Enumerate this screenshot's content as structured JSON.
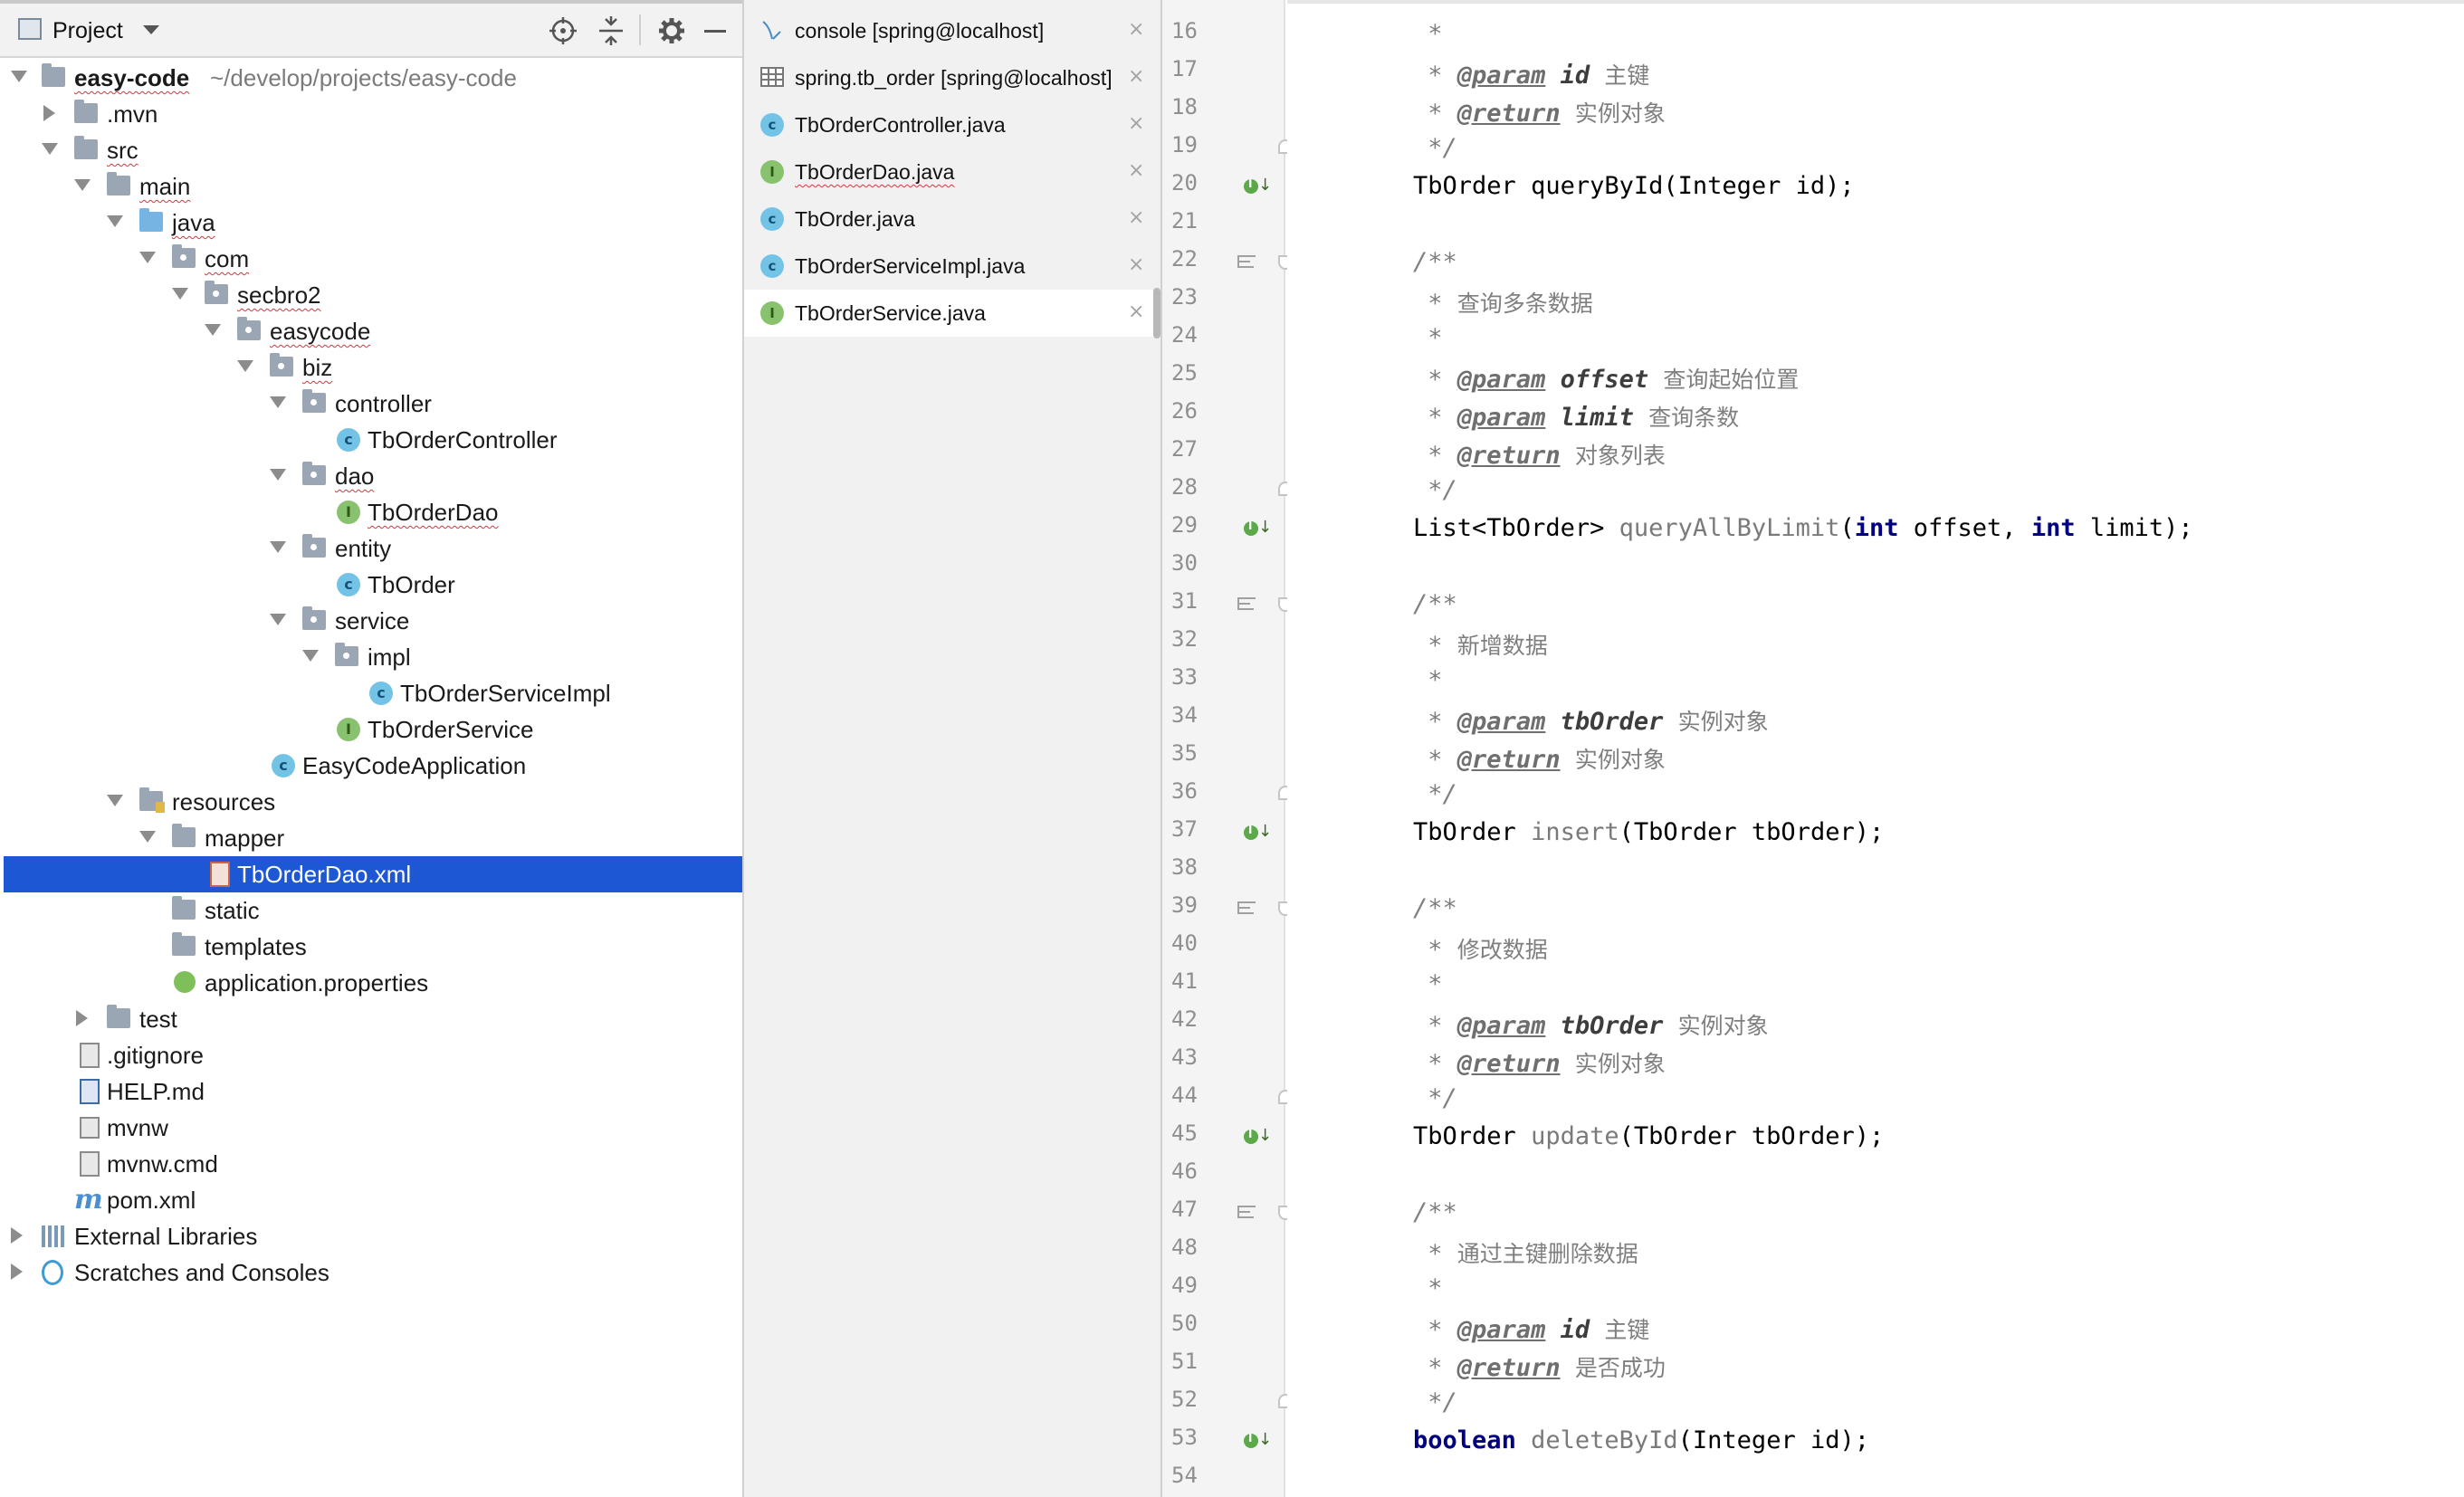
{
  "project_panel": {
    "title": "Project",
    "tree": [
      {
        "label": "easy-code",
        "path": "~/develop/projects/easy-code",
        "depth": 0,
        "expanded": true,
        "icon": "module-folder-icon"
      },
      {
        "label": ".mvn",
        "depth": 1,
        "expanded": false,
        "icon": "folder-icon"
      },
      {
        "label": "src",
        "depth": 1,
        "expanded": true,
        "icon": "folder-icon"
      },
      {
        "label": "main",
        "depth": 2,
        "expanded": true,
        "icon": "folder-icon"
      },
      {
        "label": "java",
        "depth": 3,
        "expanded": true,
        "icon": "source-folder-icon"
      },
      {
        "label": "com",
        "depth": 4,
        "expanded": true,
        "icon": "package-icon"
      },
      {
        "label": "secbro2",
        "depth": 5,
        "expanded": true,
        "icon": "package-icon"
      },
      {
        "label": "easycode",
        "depth": 6,
        "expanded": true,
        "icon": "package-icon"
      },
      {
        "label": "biz",
        "depth": 7,
        "expanded": true,
        "icon": "package-icon"
      },
      {
        "label": "controller",
        "depth": 8,
        "expanded": true,
        "icon": "package-icon"
      },
      {
        "label": "TbOrderController",
        "depth": 9,
        "icon": "class-icon"
      },
      {
        "label": "dao",
        "depth": 8,
        "expanded": true,
        "icon": "package-icon"
      },
      {
        "label": "TbOrderDao",
        "depth": 9,
        "icon": "interface-icon"
      },
      {
        "label": "entity",
        "depth": 8,
        "expanded": true,
        "icon": "package-icon"
      },
      {
        "label": "TbOrder",
        "depth": 9,
        "icon": "class-icon"
      },
      {
        "label": "service",
        "depth": 8,
        "expanded": true,
        "icon": "package-icon"
      },
      {
        "label": "impl",
        "depth": 9,
        "expanded": true,
        "icon": "package-icon"
      },
      {
        "label": "TbOrderServiceImpl",
        "depth": 10,
        "icon": "class-icon"
      },
      {
        "label": "TbOrderService",
        "depth": 9,
        "icon": "interface-icon"
      },
      {
        "label": "EasyCodeApplication",
        "depth": 7,
        "icon": "spring-boot-class-icon"
      },
      {
        "label": "resources",
        "depth": 3,
        "expanded": true,
        "icon": "resources-folder-icon"
      },
      {
        "label": "mapper",
        "depth": 4,
        "expanded": true,
        "icon": "folder-icon"
      },
      {
        "label": "TbOrderDao.xml",
        "depth": 5,
        "icon": "xml-file-icon",
        "selected": true
      },
      {
        "label": "static",
        "depth": 4,
        "icon": "folder-icon"
      },
      {
        "label": "templates",
        "depth": 4,
        "icon": "folder-icon"
      },
      {
        "label": "application.properties",
        "depth": 4,
        "icon": "spring-properties-icon"
      },
      {
        "label": "test",
        "depth": 2,
        "expanded": false,
        "icon": "folder-icon"
      },
      {
        "label": ".gitignore",
        "depth": 1,
        "icon": "gitignore-file-icon"
      },
      {
        "label": "HELP.md",
        "depth": 1,
        "icon": "markdown-file-icon"
      },
      {
        "label": "mvnw",
        "depth": 1,
        "icon": "script-file-icon"
      },
      {
        "label": "mvnw.cmd",
        "depth": 1,
        "icon": "text-file-icon"
      },
      {
        "label": "pom.xml",
        "depth": 1,
        "icon": "maven-icon"
      },
      {
        "label": "External Libraries",
        "depth": 0,
        "expanded": false,
        "icon": "libraries-icon"
      },
      {
        "label": "Scratches and Consoles",
        "depth": 0,
        "expanded": false,
        "icon": "scratches-icon"
      }
    ]
  },
  "editor_tabs": [
    {
      "label": "console [spring@localhost]",
      "icon": "database-console-icon"
    },
    {
      "label": "spring.tb_order [spring@localhost]",
      "icon": "table-icon"
    },
    {
      "label": "TbOrderController.java",
      "icon": "class-icon"
    },
    {
      "label": "TbOrderDao.java",
      "icon": "interface-icon"
    },
    {
      "label": "TbOrder.java",
      "icon": "class-icon"
    },
    {
      "label": "TbOrderServiceImpl.java",
      "icon": "class-icon"
    },
    {
      "label": "TbOrderService.java",
      "icon": "interface-icon",
      "active": true
    }
  ],
  "editor": {
    "first_line_number": 16,
    "lines": [
      "     *",
      "     * @param id 主键",
      "     * @return 实例对象",
      "     */",
      "    TbOrder queryById(Integer id);",
      "",
      "    /**",
      "     * 查询多条数据",
      "     *",
      "     * @param offset 查询起始位置",
      "     * @param limit 查询条数",
      "     * @return 对象列表",
      "     */",
      "    List<TbOrder> queryAllByLimit(int offset, int limit);",
      "",
      "    /**",
      "     * 新增数据",
      "     *",
      "     * @param tbOrder 实例对象",
      "     * @return 实例对象",
      "     */",
      "    TbOrder insert(TbOrder tbOrder);",
      "",
      "    /**",
      "     * 修改数据",
      "     *",
      "     * @param tbOrder 实例对象",
      "     * @return 实例对象",
      "     */",
      "    TbOrder update(TbOrder tbOrder);",
      "",
      "    /**",
      "     * 通过主键删除数据",
      "     *",
      "     * @param id 主键",
      "     * @return 是否成功",
      "     */",
      "    boolean deleteById(Integer id);",
      ""
    ]
  }
}
